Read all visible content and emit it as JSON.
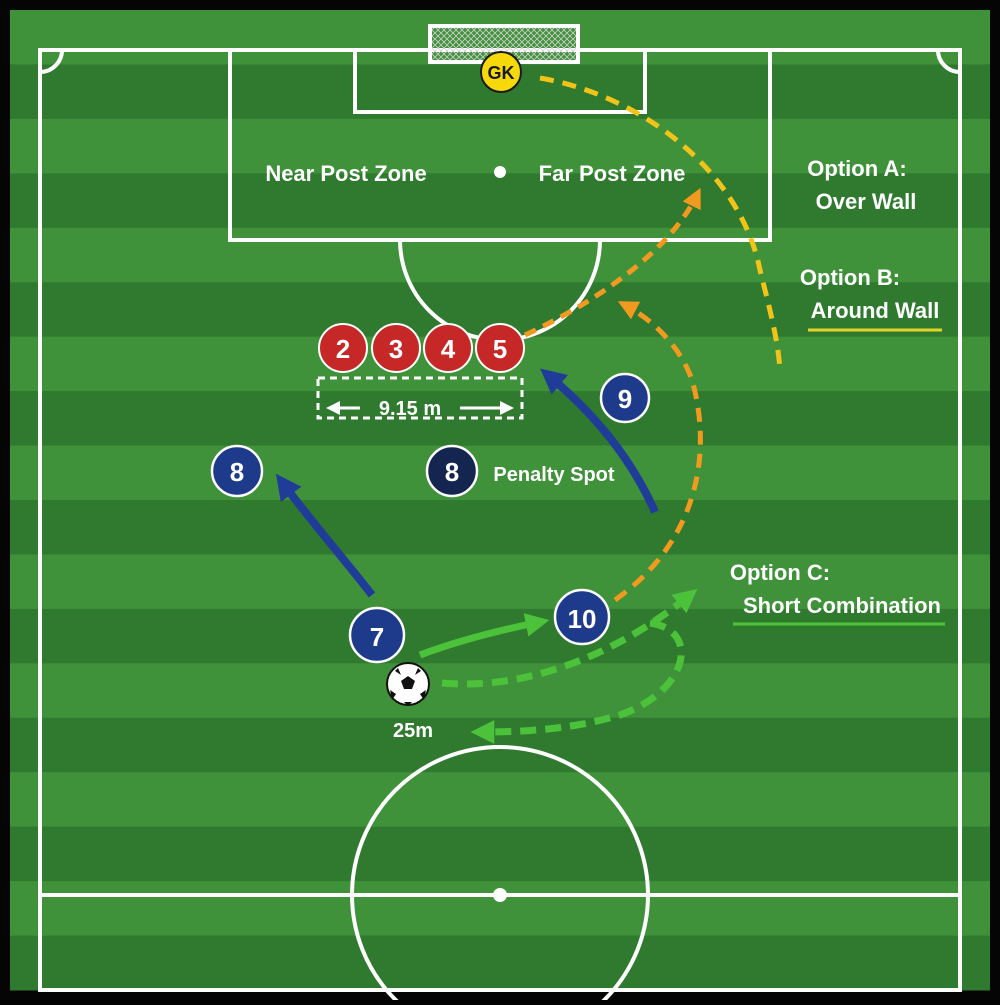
{
  "title": "",
  "zones": {
    "near_post": "Near Post Zone",
    "far_post": "Far Post Zone"
  },
  "options": {
    "a_line1": "Option A:",
    "a_line2": "Over Wall",
    "b_line1": "Option B:",
    "b_line2": "Around Wall",
    "c_line1": "Option C:",
    "c_line2": "Short Combination"
  },
  "goalkeeper": {
    "label": "GK"
  },
  "wall": {
    "players": [
      "2",
      "3",
      "4",
      "5"
    ],
    "distance_label": "9.15 m"
  },
  "attackers": {
    "left_runner": "8",
    "center": "8",
    "right_runner": "9",
    "taker_left": "7",
    "taker_right": "10"
  },
  "labels": {
    "penalty_spot": "Penalty Spot",
    "ball_distance": "25m"
  },
  "colors": {
    "pitch_dark": "#2f7a2f",
    "pitch_light": "#3f923a",
    "line": "#ffffff",
    "wall_red": "#c62828",
    "attacker_blue": "#1e3a8a",
    "center_navy": "#14254f",
    "gk_yellow": "#f5d90a",
    "option_a_yellow": "#f2c318",
    "option_b_orange": "#f29a1f",
    "option_c_green": "#4cc23a",
    "run_arrow_blue": "#1f3c99"
  },
  "icons": {
    "ball": "soccer-ball-icon"
  }
}
